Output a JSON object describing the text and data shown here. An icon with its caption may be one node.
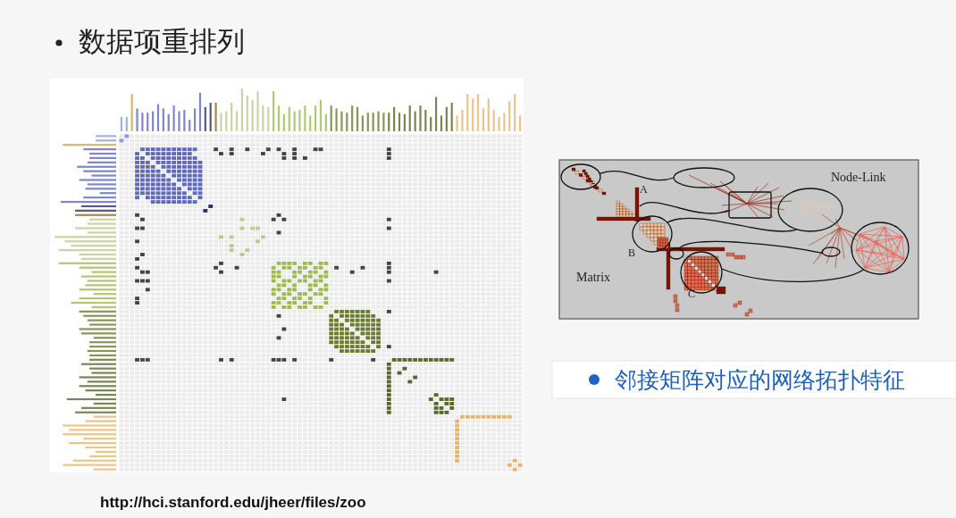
{
  "diagram": {
    "title": "数据项重排列",
    "nodes": [
      {
        "text": [],
        "shape": "circle"
      },
      {
        "text": [],
        "shape": "circle"
      },
      {
        "text": [],
        "shape": "box"
      },
      {
        "text": [],
        "shape": "circle"
      },
      {
        "text": [],
        "shape": "circle"
      },
      {
        "text": [],
        "shape": "circle"
      },
      {
        "text": [],
        "shape": "circle"
      },
      {
        "text": [],
        "shape": "circle"
      },
      {
        "text": [],
        "shape": "circle"
      }
    ],
    "edges": [
      {
        "from": 0,
        "to": 1,
        "arrow": "none"
      },
      {
        "from": null,
        "to": 2,
        "arrow": "none"
      },
      {
        "from": 4,
        "to": 3,
        "arrow": "none"
      },
      {
        "from": 6,
        "to": 7,
        "arrow": "none"
      },
      {
        "from": 8,
        "to": 5,
        "arrow": "none"
      }
    ],
    "labels": [
      "Node-Link",
      "A",
      "B",
      "Matrix",
      "C",
      "邻接矩阵对应的网络拓扑特征",
      "http://hci.stanford.edu/jheer/files/zoo"
    ]
  }
}
